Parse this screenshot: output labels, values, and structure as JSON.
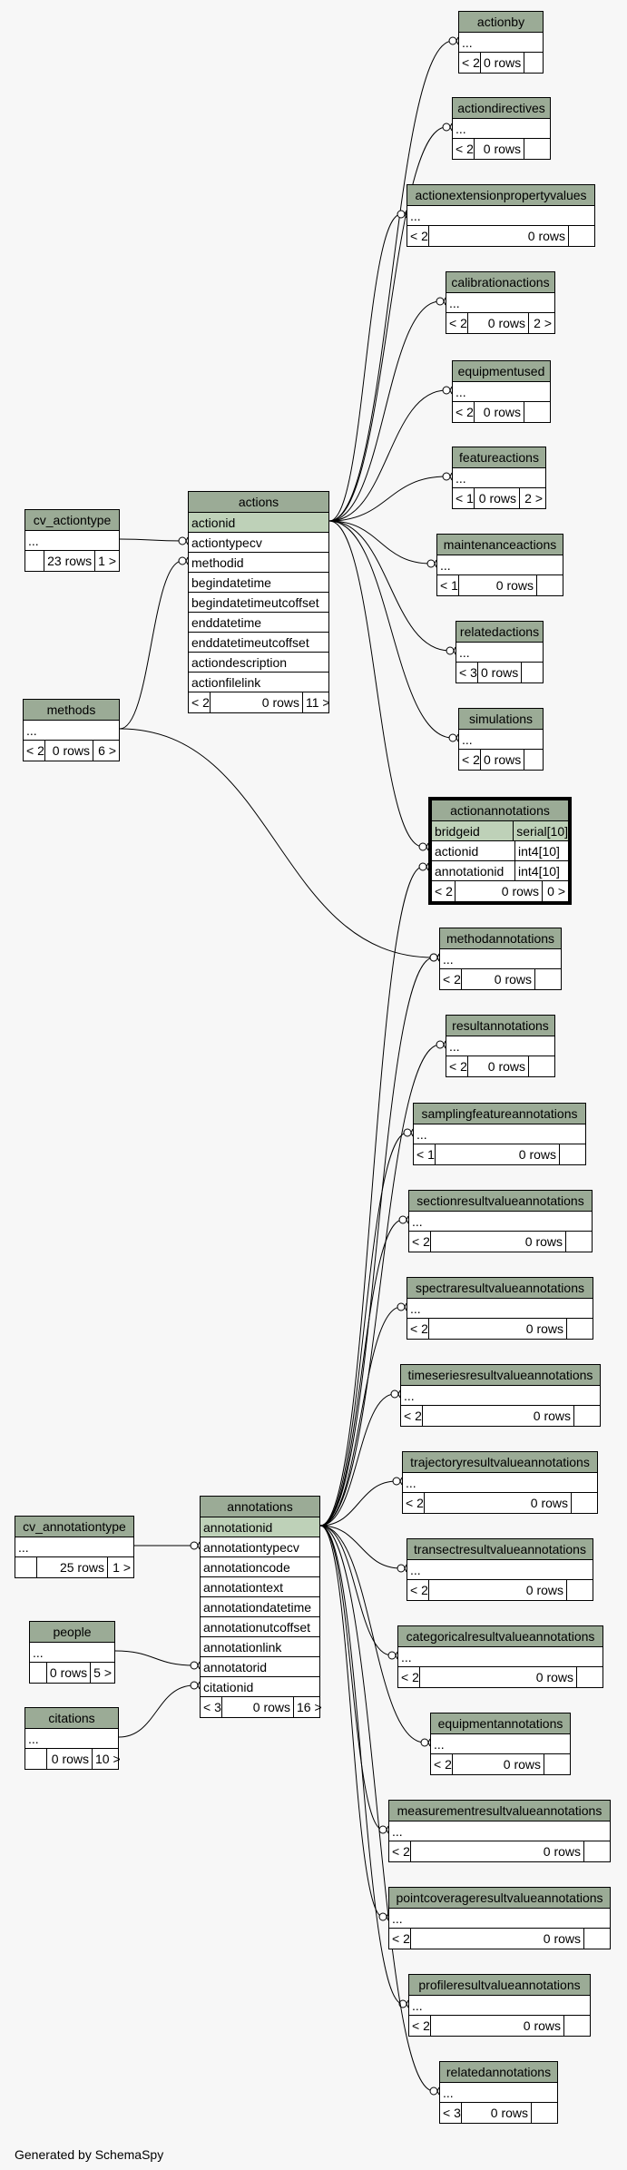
{
  "caption": "Generated by SchemaSpy",
  "tables": {
    "actionby": {
      "name": "actionby",
      "rows": [
        "..."
      ],
      "footer": [
        "< 2",
        "0 rows",
        ""
      ]
    },
    "actiondirectives": {
      "name": "actiondirectives",
      "rows": [
        "..."
      ],
      "footer": [
        "< 2",
        "0 rows",
        ""
      ]
    },
    "actionextensionpropertyvalues": {
      "name": "actionextensionpropertyvalues",
      "rows": [
        "..."
      ],
      "footer": [
        "< 2",
        "0 rows",
        ""
      ]
    },
    "calibrationactions": {
      "name": "calibrationactions",
      "rows": [
        "..."
      ],
      "footer": [
        "< 2",
        "0 rows",
        "2 >"
      ]
    },
    "equipmentused": {
      "name": "equipmentused",
      "rows": [
        "..."
      ],
      "footer": [
        "< 2",
        "0 rows",
        ""
      ]
    },
    "featureactions": {
      "name": "featureactions",
      "rows": [
        "..."
      ],
      "footer": [
        "< 1",
        "0 rows",
        "2 >"
      ]
    },
    "maintenanceactions": {
      "name": "maintenanceactions",
      "rows": [
        "..."
      ],
      "footer": [
        "< 1",
        "0 rows",
        ""
      ]
    },
    "relatedactions": {
      "name": "relatedactions",
      "rows": [
        "..."
      ],
      "footer": [
        "< 3",
        "0 rows",
        ""
      ]
    },
    "simulations": {
      "name": "simulations",
      "rows": [
        "..."
      ],
      "footer": [
        "< 2",
        "0 rows",
        ""
      ]
    },
    "cv_actiontype": {
      "name": "cv_actiontype",
      "rows": [
        "..."
      ],
      "footer": [
        "",
        "23 rows",
        "1 >"
      ]
    },
    "actions": {
      "name": "actions",
      "rows": [
        "actionid",
        "actiontypecv",
        "methodid",
        "begindatetime",
        "begindatetimeutcoffset",
        "enddatetime",
        "enddatetimeutcoffset",
        "actiondescription",
        "actionfilelink"
      ],
      "footer": [
        "< 2",
        "0 rows",
        "11 >"
      ]
    },
    "methods": {
      "name": "methods",
      "rows": [
        "..."
      ],
      "footer": [
        "< 2",
        "0 rows",
        "6 >"
      ]
    },
    "actionannotations": {
      "name": "actionannotations",
      "rows": [
        [
          "bridgeid",
          "serial[10]"
        ],
        [
          "actionid",
          "int4[10]"
        ],
        [
          "annotationid",
          "int4[10]"
        ]
      ],
      "footer": [
        "< 2",
        "0 rows",
        "0 >"
      ]
    },
    "methodannotations": {
      "name": "methodannotations",
      "rows": [
        "..."
      ],
      "footer": [
        "< 2",
        "0 rows",
        ""
      ]
    },
    "resultannotations": {
      "name": "resultannotations",
      "rows": [
        "..."
      ],
      "footer": [
        "< 2",
        "0 rows",
        ""
      ]
    },
    "samplingfeatureannotations": {
      "name": "samplingfeatureannotations",
      "rows": [
        "..."
      ],
      "footer": [
        "< 1",
        "0 rows",
        ""
      ]
    },
    "sectionresultvalueannotations": {
      "name": "sectionresultvalueannotations",
      "rows": [
        "..."
      ],
      "footer": [
        "< 2",
        "0 rows",
        ""
      ]
    },
    "spectraresultvalueannotations": {
      "name": "spectraresultvalueannotations",
      "rows": [
        "..."
      ],
      "footer": [
        "< 2",
        "0 rows",
        ""
      ]
    },
    "timeseriesresultvalueannotations": {
      "name": "timeseriesresultvalueannotations",
      "rows": [
        "..."
      ],
      "footer": [
        "< 2",
        "0 rows",
        ""
      ]
    },
    "trajectoryresultvalueannotations": {
      "name": "trajectoryresultvalueannotations",
      "rows": [
        "..."
      ],
      "footer": [
        "< 2",
        "0 rows",
        ""
      ]
    },
    "transectresultvalueannotations": {
      "name": "transectresultvalueannotations",
      "rows": [
        "..."
      ],
      "footer": [
        "< 2",
        "0 rows",
        ""
      ]
    },
    "cv_annotationtype": {
      "name": "cv_annotationtype",
      "rows": [
        "..."
      ],
      "footer": [
        "",
        "25 rows",
        "1 >"
      ]
    },
    "annotations": {
      "name": "annotations",
      "rows": [
        "annotationid",
        "annotationtypecv",
        "annotationcode",
        "annotationtext",
        "annotationdatetime",
        "annotationutcoffset",
        "annotationlink",
        "annotatorid",
        "citationid"
      ],
      "footer": [
        "< 3",
        "0 rows",
        "16 >"
      ]
    },
    "people": {
      "name": "people",
      "rows": [
        "..."
      ],
      "footer": [
        "",
        "0 rows",
        "5 >"
      ]
    },
    "citations": {
      "name": "citations",
      "rows": [
        "..."
      ],
      "footer": [
        "",
        "0 rows",
        "10 >"
      ]
    },
    "categoricalresultvalueannotations": {
      "name": "categoricalresultvalueannotations",
      "rows": [
        "..."
      ],
      "footer": [
        "< 2",
        "0 rows",
        ""
      ]
    },
    "equipmentannotations": {
      "name": "equipmentannotations",
      "rows": [
        "..."
      ],
      "footer": [
        "< 2",
        "0 rows",
        ""
      ]
    },
    "measurementresultvalueannotations": {
      "name": "measurementresultvalueannotations",
      "rows": [
        "..."
      ],
      "footer": [
        "< 2",
        "0 rows",
        ""
      ]
    },
    "pointcoverageresultvalueannotations": {
      "name": "pointcoverageresultvalueannotations",
      "rows": [
        "..."
      ],
      "footer": [
        "< 2",
        "0 rows",
        ""
      ]
    },
    "profileresultvalueannotations": {
      "name": "profileresultvalueannotations",
      "rows": [
        "..."
      ],
      "footer": [
        "< 2",
        "0 rows",
        ""
      ]
    },
    "relatedannotations": {
      "name": "relatedannotations",
      "rows": [
        "..."
      ],
      "footer": [
        "< 3",
        "0 rows",
        ""
      ]
    }
  },
  "colors": {
    "header": "#9bab96",
    "key_row": "#bed1b8",
    "background": "#f7f7f7"
  }
}
